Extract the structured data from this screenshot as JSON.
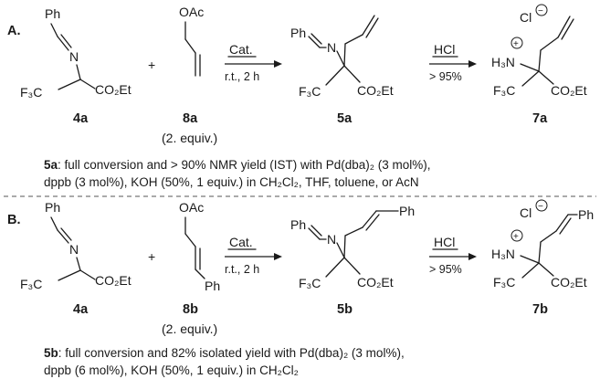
{
  "panelA": {
    "label": "A.",
    "reagent1": {
      "id": "4a",
      "ph": "Ph",
      "n": "N",
      "cf3": "F₃C",
      "ester": "CO₂Et"
    },
    "plus": "+",
    "reagent2": {
      "id": "8a",
      "oac": "OAc",
      "equiv": "(2. equiv.)"
    },
    "arrow1": {
      "top": "Cat.",
      "bottom": "r.t., 2 h"
    },
    "product1": {
      "id": "5a",
      "ph": "Ph",
      "n": "N",
      "cf3": "F₃C",
      "ester": "CO₂Et"
    },
    "arrow2": {
      "top": "HCl",
      "bottom": "> 95%"
    },
    "product2": {
      "id": "7a",
      "cl": "Cl",
      "h3n": "H₃N",
      "cf3": "F₃C",
      "ester": "CO₂Et"
    },
    "note_id": "5a",
    "note_line1": ": full conversion and > 90% NMR yield (IST) with Pd(dba)₂ (3 mol%),",
    "note_line2": "dppb (3 mol%), KOH (50%, 1 equiv.) in CH₂Cl₂, THF, toluene, or AcN"
  },
  "panelB": {
    "label": "B.",
    "reagent1": {
      "id": "4a",
      "ph": "Ph",
      "n": "N",
      "cf3": "F₃C",
      "ester": "CO₂Et"
    },
    "plus": "+",
    "reagent2": {
      "id": "8b",
      "oac": "OAc",
      "ph": "Ph",
      "equiv": "(2. equiv.)"
    },
    "arrow1": {
      "top": "Cat.",
      "bottom": "r.t., 2 h"
    },
    "product1": {
      "id": "5b",
      "ph": "Ph",
      "ph2": "Ph",
      "n": "N",
      "cf3": "F₃C",
      "ester": "CO₂Et"
    },
    "arrow2": {
      "top": "HCl",
      "bottom": "> 95%"
    },
    "product2": {
      "id": "7b",
      "cl": "Cl",
      "ph": "Ph",
      "h3n": "H₃N",
      "cf3": "F₃C",
      "ester": "CO₂Et"
    },
    "note_id": "5b",
    "note_line1": ": full conversion and 82% isolated yield with Pd(dba)₂ (3 mol%),",
    "note_line2": "dppb (6 mol%), KOH (50%, 1 equiv.) in CH₂Cl₂"
  },
  "charges": {
    "minus": "−",
    "plus": "+"
  }
}
